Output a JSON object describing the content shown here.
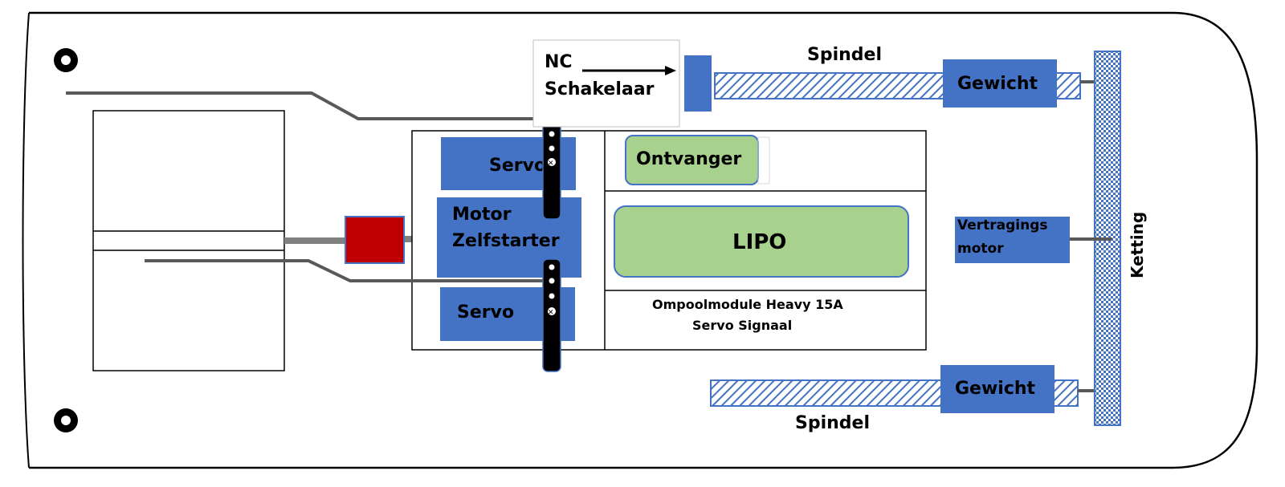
{
  "labels": {
    "nc_switch_line1": "NC",
    "nc_switch_line2": "Schakelaar",
    "spindle_top": "Spindel",
    "spindle_bottom": "Spindel",
    "weight_top": "Gewicht",
    "weight_bottom": "Gewicht",
    "receiver": "Ontvanger",
    "lipo": "LIPO",
    "servo_top": "Servo",
    "servo_bottom": "Servo",
    "motor_line1": "Motor",
    "motor_line2": "Zelfstarter",
    "delay_motor_line1": "Vertragings",
    "delay_motor_line2": "motor",
    "chain": "Ketting",
    "polarity_module_line1": "Ompoolmodule Heavy 15A",
    "polarity_module_line2": "Servo Signaal"
  },
  "colors": {
    "blue_component": "#4472c4",
    "green_component": "#a9d18e",
    "red_component": "#c00000",
    "servo_arm": "#000000",
    "wire": "#595959",
    "outline": "#000000"
  }
}
